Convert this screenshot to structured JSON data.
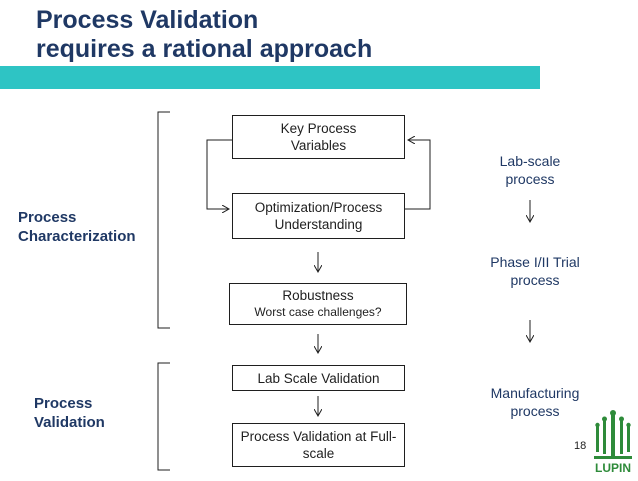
{
  "title": {
    "line1": "Process Validation",
    "line2": "requires a rational approach"
  },
  "boxes": {
    "key_variables": "Key Process Variables",
    "optimization": "Optimization/Process Understanding",
    "robustness_title": "Robustness",
    "robustness_sub": "Worst case challenges?",
    "lab_scale_validation": "Lab Scale Validation",
    "full_scale_validation": "Process Validation at Full-scale"
  },
  "side_labels": {
    "characterization_line1": "Process",
    "characterization_line2": "Characterization",
    "validation_line1": "Process",
    "validation_line2": "Validation"
  },
  "right_labels": {
    "lab_scale_line1": "Lab-scale",
    "lab_scale_line2": "process",
    "phase_line1": "Phase I/II Trial",
    "phase_line2": "process",
    "manufacturing_line1": "Manufacturing",
    "manufacturing_line2": "process"
  },
  "page_number": "18",
  "logo": {
    "text": "LUPIN",
    "color": "#2e8b3a"
  },
  "colors": {
    "title": "#1f3864",
    "accent_bar": "#2ec4c4"
  }
}
